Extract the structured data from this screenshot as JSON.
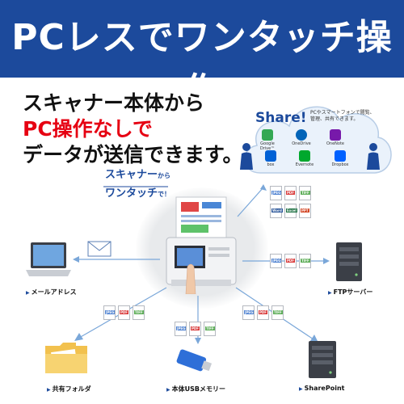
{
  "banner": {
    "title": "PCレスでワンタッチ操作",
    "bg_color": "#1c4a9c"
  },
  "headline": {
    "line1": "スキャナー本体から",
    "line2": "PC操作なしで",
    "line3": "データが送信できます。"
  },
  "share": {
    "label": "Share!",
    "note": "PCやスマートフォンで閲覧、管理、共有できます。",
    "services": [
      {
        "name": "Google Drive™",
        "color": "#34a853"
      },
      {
        "name": "OneDrive",
        "color": "#0364b8"
      },
      {
        "name": "OneNote",
        "color": "#7719aa"
      },
      {
        "name": "box",
        "color": "#0061d5"
      },
      {
        "name": "Evernote",
        "color": "#00a82d"
      },
      {
        "name": "Dropbox",
        "color": "#0061ff"
      }
    ]
  },
  "callout": {
    "line1_a": "スキャナー",
    "line1_b": "から",
    "line2_a": "ワンタッチ",
    "line2_b": "で！"
  },
  "file_types": {
    "jpeg": "JPEG",
    "pdf": "PDF",
    "tiff": "TIFF",
    "word": "Word",
    "excel": "Excel",
    "ppt": "PPT"
  },
  "destinations": {
    "mail": "メールアドレス",
    "ftp": "FTPサーバー",
    "shared_folder": "共有フォルダ",
    "usb": "本体USBメモリー",
    "sharepoint": "SharePoint"
  },
  "icons": {
    "laptop": "laptop-icon",
    "envelope": "envelope-icon",
    "server": "server-icon",
    "folder": "folder-icon",
    "usb": "usb-memory-icon",
    "scanner": "scanner-icon"
  }
}
